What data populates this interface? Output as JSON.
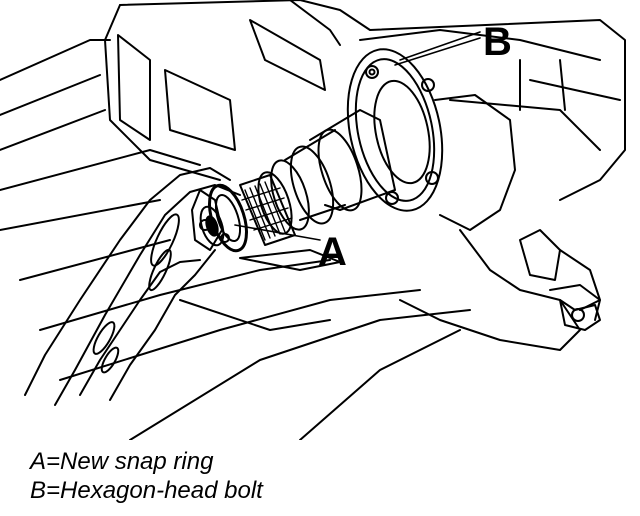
{
  "diagram": {
    "callouts": {
      "a": "A",
      "b": "B"
    },
    "legend": [
      "A=New snap ring",
      "B=Hexagon-head bolt"
    ]
  },
  "colors": {
    "ink": "#000000",
    "background": "#ffffff"
  }
}
